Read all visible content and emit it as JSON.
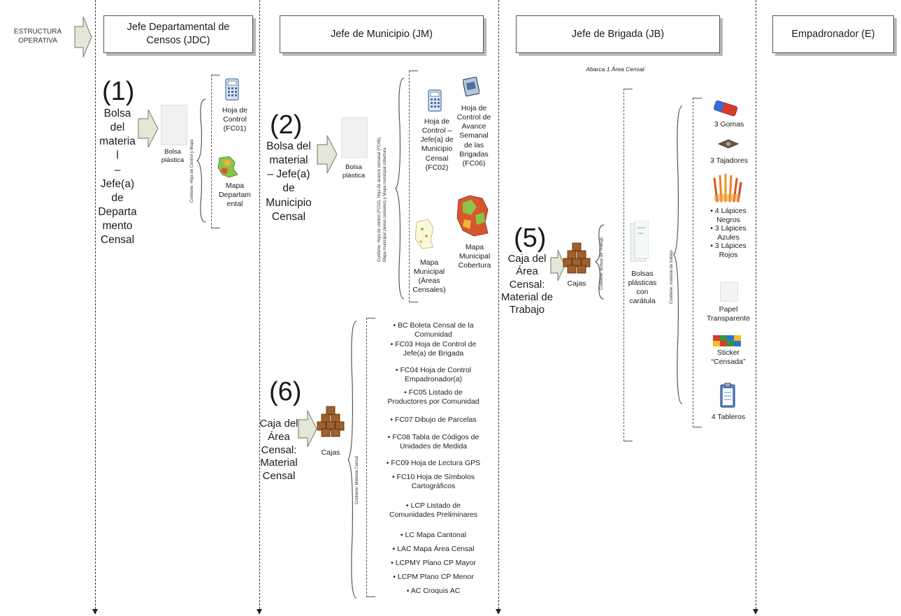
{
  "start_label": "ESTRUCTURA\nOPERATIVA",
  "lanes": {
    "jdc": "Jefe Departamental de\nCensos (JDC)",
    "jm": "Jefe de Municipio  (JM)",
    "jb": "Jefe de Brigada  (JB)",
    "e": "Empadronador (E)"
  },
  "jb_note": "Abarca 1 Área Censal",
  "step1": {
    "number": "(1)",
    "label": "Bolsa\ndel\nmateria\nl\n–\nJefe(a)\nde\nDeparta\nmento\nCensal",
    "bag_label": "Bolsa\nplástica",
    "bracket_text": "Contiene: Hoja de Control y Mapa",
    "items": [
      "Hoja de\nControl\n(FC01)",
      "Mapa\nDepartam\nental"
    ]
  },
  "step2": {
    "number": "(2)",
    "label": "Bolsa del\nmaterial\n– Jefe(a)\nde\nMunicipio\nCensal",
    "bag_label": "Bolsa\nplástica",
    "bracket_text_1": "Contiene: Hoja de control (FC02), Hoja de avance semanal (FC06),",
    "bracket_text_2": "Mapa municipal (áreas censales) y Mapa municipal cobertura",
    "items": [
      "Hoja de\nControl –\nJefe(a) de\nMunicipio\nCensal\n(FC02)",
      "Hoja de\nControl de\nAvance\nSemanal\nde las\nBrigadas\n(FC06)",
      "Mapa\nMunicipal\n(Áreas\nCensales)",
      "Mapa\nMunicipal\nCobertura"
    ]
  },
  "step5": {
    "number": "(5)",
    "label": "Caja del\nÁrea\nCensal:\nMaterial de\nTrabajo",
    "box_label": "Cajas",
    "bracket_text_1": "Contiene: Bolsas de Trabajo",
    "bags_label": "Bolsas\nplásticas\ncon\ncarátula",
    "bracket_text_2": "Contiene: material de trabajo",
    "items": [
      "3 Gomas",
      "3 Tajadores",
      "• 4 Lápices\nNegros\n• 3 Lápices\nAzules\n• 3 Lápices\nRojos",
      "Papel\nTransparente",
      "Sticker\n“Censada”",
      "4 Tableros"
    ]
  },
  "step6": {
    "number": "(6)",
    "label": "Caja del\nÁrea\nCensal:\nMaterial\nCensal",
    "box_label": "Cajas",
    "bracket_text": "Contiene: Material Censal",
    "items": [
      "• BC  Boleta Censal de la\nComunidad",
      "•  FC03  Hoja de Control de\nJefe(a) de Brigada",
      "•  FC04 Hoja de Control\nEmpadronador(a)",
      "•  FC05 Listado de\nProductores por Comunidad",
      "•  FC07 Dibujo de Parcelas",
      "•  FC08 Tabla de Códigos de\nUnidades de Medida",
      "•  FC09 Hoja de Lectura GPS",
      "•  FC10 Hoja de Símbolos\nCartográficos",
      "•  LCP  Listado de\nComunidades Preliminares",
      "•  LC Mapa Cantonal",
      "•  LAC Mapa Área Censal",
      "•  LCPMY Plano CP Mayor",
      "•  LCPM Plano CP Menor",
      "•  AC Croquis AC"
    ]
  },
  "colors": {
    "arrow_fill": "#e3e8d6",
    "arrow_stroke": "#8a8a7a",
    "box_brown": "#a0602a",
    "map_green": "#8bc34a",
    "map_red": "#d9552f"
  }
}
